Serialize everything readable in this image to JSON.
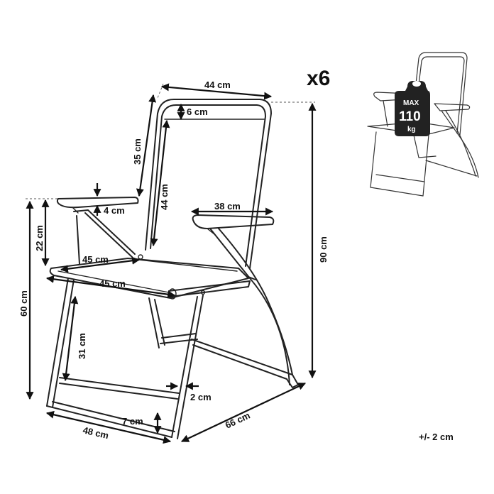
{
  "quantity": "x6",
  "tolerance": "+/- 2 cm",
  "max_load": {
    "line1": "MAX",
    "line2": "110",
    "line3": "kg"
  },
  "dimensions": {
    "back_width": "44 cm",
    "back_top_band": "6 cm",
    "back_upper_height": "35 cm",
    "back_panel_height": "44 cm",
    "armrest_thickness": "4 cm",
    "armrest_length": "38 cm",
    "armrest_height": "22 cm",
    "seat_depth": "45 cm",
    "seat_width": "45 cm",
    "total_height": "90 cm",
    "seat_height": "60 cm",
    "leg_height": "31 cm",
    "tube_diameter": "2 cm",
    "bottom_bar_height": "7 cm",
    "base_width": "48 cm",
    "base_depth": "66 cm"
  }
}
